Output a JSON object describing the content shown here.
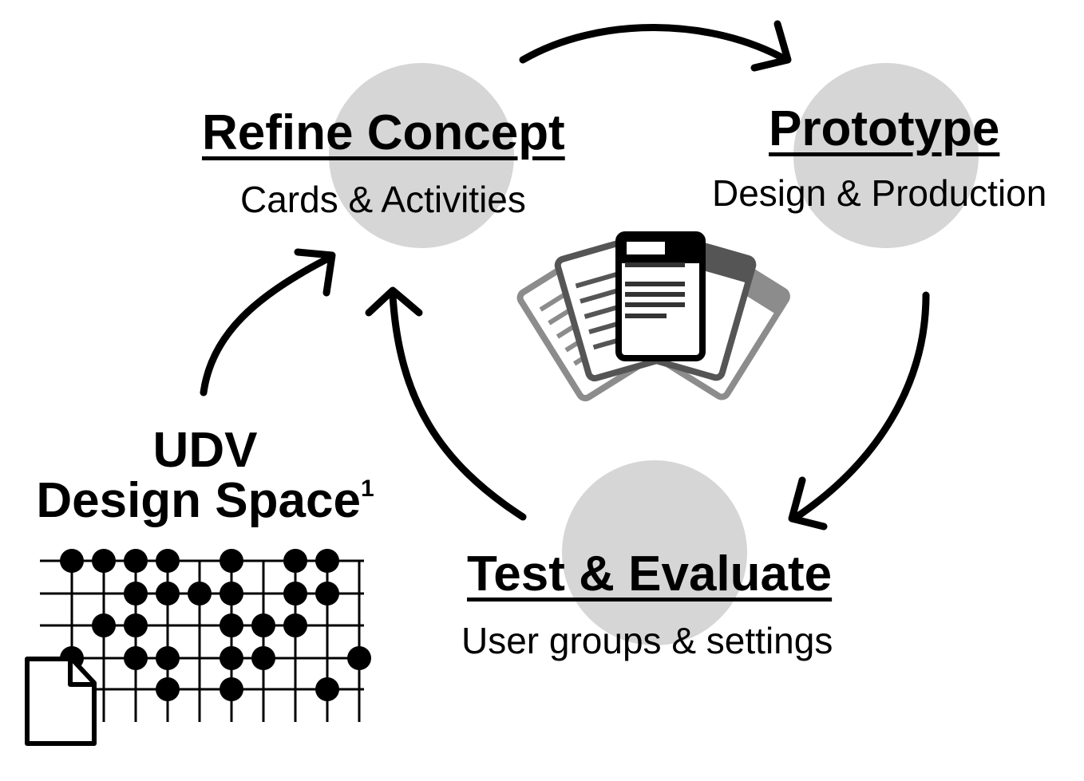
{
  "stages": {
    "refine": {
      "title": "Refine Concept",
      "subtitle": "Cards & Activities"
    },
    "prototype": {
      "title": "Prototype",
      "subtitle": "Design & Production"
    },
    "test": {
      "title": "Test & Evaluate",
      "subtitle": "User groups & settings"
    }
  },
  "design_space": {
    "line1": "UDV",
    "line2": "Design Space",
    "footnote": "1"
  },
  "colors": {
    "circle": "#d6d6d6",
    "ink": "#000000",
    "card_gray": "#8c8c8c",
    "card_dark": "#555555"
  },
  "icons": [
    "cards-stack-icon",
    "document-icon",
    "dot-grid-icon"
  ]
}
